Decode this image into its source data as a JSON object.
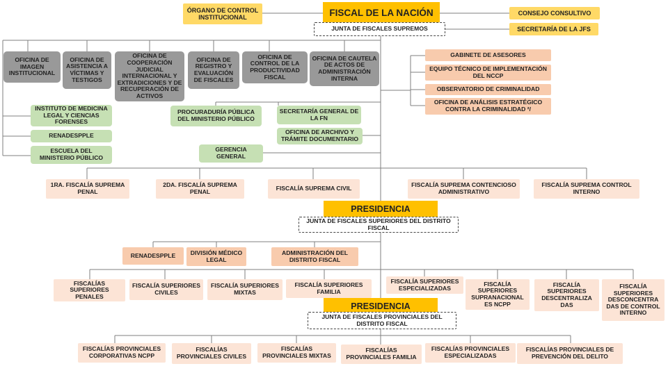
{
  "top": {
    "fiscal": "FISCAL DE LA NACIÓN",
    "junta_supremos": "JUNTA DE FISCALES SUPREMOS",
    "organo_control": "ÓRGANO DE CONTROL INSTITUCIONAL",
    "consejo": "CONSEJO CONSULTIVO",
    "secretaria_jfs": "SECRETARÍA DE LA JFS"
  },
  "oficinas": [
    "OFICINA DE IMAGEN INSTITUCIONAL",
    "OFICINA DE ASISTENCIA A VÍCTIMAS Y TESTIGOS",
    "OFICINA DE COOPERACIÓN JUDICIAL INTERNACIONAL Y EXTRADICIONES Y DE RECUPERACIÓN DE ACTIVOS",
    "OFICINA DE REGISTRO Y EVALUACIÓN DE FISCALES",
    "OFICINA DE CONTROL DE LA PRODUCTIVIDAD FISCAL",
    "OFICINA DE CAUTELA DE ACTOS DE ADMINISTRACIÓN INTERNA"
  ],
  "asesoria": [
    "GABINETE DE ASESORES",
    "EQUIPO TÉCNICO DE IMPLEMENTACIÓN DEL NCCP",
    "OBSERVATORIO DE CRIMINALIDAD",
    "OFICINA DE ANÁLISIS ESTRATÉGICO CONTRA LA CRIMINALIDAD ²/"
  ],
  "apoyo_izq": [
    "INSTITUTO DE MEDICINA LEGAL Y CIENCIAS FORENSES",
    "RENADESPPLE",
    "ESCUELA DEL MINISTERIO PÚBLICO"
  ],
  "procuraduria": "PROCURADURÍA PÚBLICA DEL MINISTERIO PÚBLICO",
  "secretaria_general": "SECRETARÍA GENERAL DE LA FN",
  "archivo": "OFICINA DE ARCHIVO Y TRÁMITE DOCUMENTARIO",
  "gerencia": "GERENCIA GENERAL",
  "supremas": [
    "1RA. FISCALÍA SUPREMA PENAL",
    "2DA. FISCALÍA SUPREMA PENAL",
    "FISCALÍA SUPREMA CIVIL",
    "FISCALÍA SUPREMA CONTENCIOSO ADMINISTRATIVO",
    "FISCALÍA SUPREMA CONTROL INTERNO"
  ],
  "presidencia_1": "PRESIDENCIA",
  "junta_superiores": "JUNTA DE FISCALES SUPERIORES DEL DISTRITO FISCAL",
  "distrito": [
    "RENADESPPLE",
    "DIVISIÓN MÉDICO LEGAL",
    "ADMINISTRACIÓN DEL DISTRITO FISCAL"
  ],
  "superiores": [
    "FISCALÍAS SUPERIORES PENALES",
    "FISCALÍA SUPERIORES CIVILES",
    "FISCALÍA SUPERIORES MIXTAS",
    "FISCALÍA SUPERIORES FAMILIA",
    "FISCALÍA SUPERIORES ESPECIALIZADAS",
    "FISCALÍA SUPERIORES SUPRANACIONAL ES NCPP",
    "FISCALÍA SUPERIORES DESCENTRALIZA DAS",
    "FISCALÍA SUPERIORES DESCONCENTRA DAS DE CONTROL INTERNO"
  ],
  "presidencia_2": "PRESIDENCIA",
  "junta_provinciales": "JUNTA DE FISCALES PROVINCIALES DEL DISTRITO FISCAL",
  "provinciales": [
    "FISCALÍAS PROVINCIALES CORPORATIVAS NCPP",
    "FISCALÍAS PROVINCIALES CIVILES",
    "FISCALÍAS PROVINCIALES MIXTAS",
    "FISCALÍAS PROVINCIALES FAMILIA",
    "FISCALÍAS PROVINCIALES ESPECIALIZADAS",
    "FISCALÍAS PROVINCIALES DE PREVENCIÓN DEL DELITO"
  ],
  "colors": {
    "gold": "#ffc000",
    "yellow": "#ffd966",
    "gray": "#999999",
    "green": "#c6e0b4",
    "peach": "#f8cbad",
    "light_peach": "#fce4d6",
    "line": "#7f7f7f"
  }
}
